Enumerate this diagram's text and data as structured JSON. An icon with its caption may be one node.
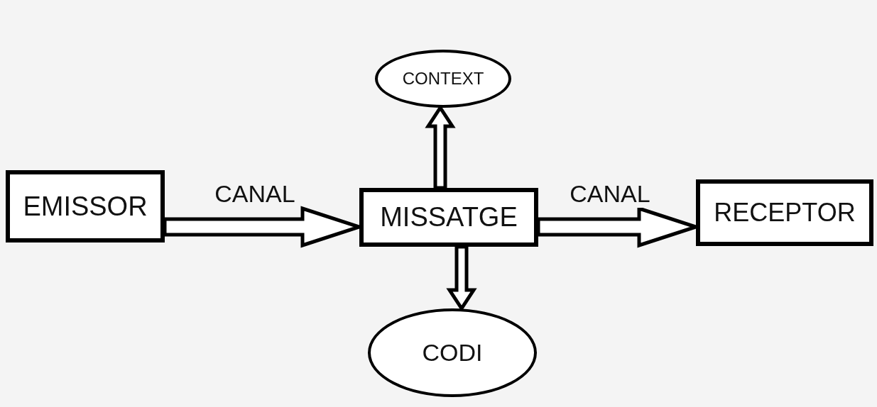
{
  "diagram": {
    "nodes": [
      {
        "text": [
          "EMISSOR"
        ]
      },
      {
        "text": [
          "CONTEXT"
        ]
      },
      {
        "text": [
          "MISSATGE"
        ]
      },
      {
        "text": [
          "RECEPTOR"
        ]
      },
      {
        "text": [
          "CODI"
        ]
      }
    ],
    "edges": [
      {
        "from": 0,
        "to": 2,
        "arrow": "to",
        "label": "CANAL"
      },
      {
        "from": 2,
        "to": 1,
        "arrow": "to"
      },
      {
        "from": 2,
        "to": 4,
        "arrow": "to"
      },
      {
        "from": 2,
        "to": 3,
        "arrow": "to",
        "label": "CANAL"
      }
    ]
  }
}
